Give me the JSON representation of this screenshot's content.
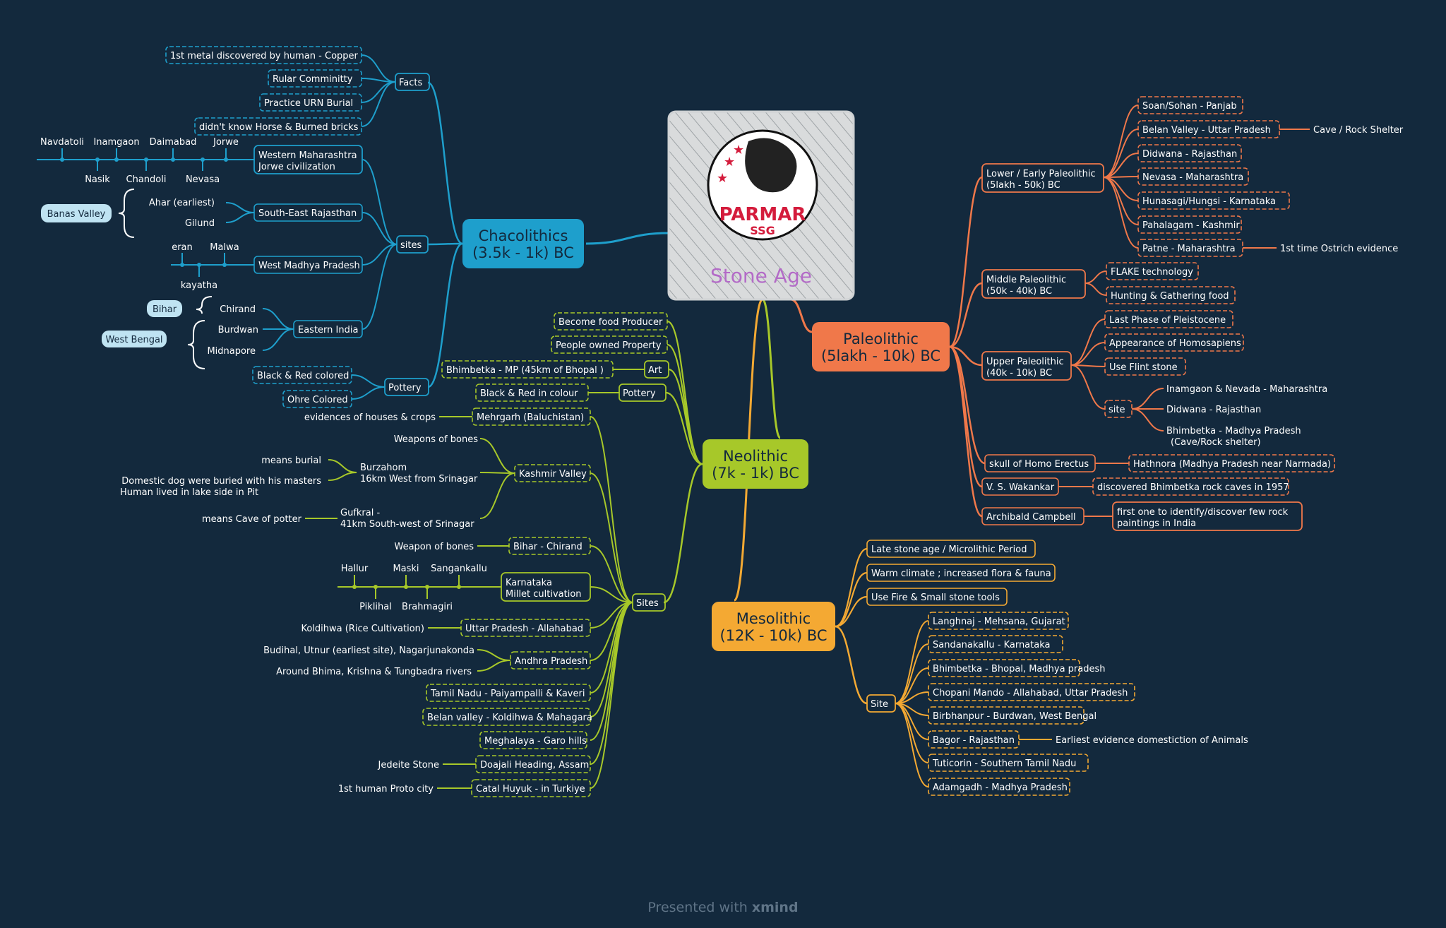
{
  "colors": {
    "background": "#13293d",
    "paleolithic": "#f0784a",
    "chalcolithic": "#1e9fcc",
    "neolithic": "#a7c829",
    "mesolithic": "#f4a933",
    "label_light": "#bfe3f2"
  },
  "central": {
    "title": "Stone Age",
    "logo_main": "PARMAR",
    "logo_sub": "SSG",
    "icon": "lion-head-logo"
  },
  "chalcolithic": {
    "title_line1": "Chacolithics",
    "title_line2": "(3.5k - 1k) BC",
    "facts": {
      "label": "Facts",
      "items": [
        "1st metal discovered by human - Copper",
        "Rular Comminitty",
        "Practice URN Burial",
        "didn't know Horse & Burned bricks"
      ]
    },
    "sites": {
      "label": "sites",
      "western": {
        "label_line1": "Western Maharashtra",
        "label_line2": "Jorwe civilization",
        "timeline_top": [
          "Navdatoli",
          "Inamgaon",
          "Daimabad",
          "Jorwe"
        ],
        "timeline_bottom": [
          "Nasik",
          "Chandoli",
          "Nevasa"
        ]
      },
      "se_rajasthan": {
        "label": "South-East Rajasthan",
        "items": [
          "Ahar (earliest)",
          "Gilund"
        ],
        "region": "Banas Valley"
      },
      "west_mp": {
        "label": "West Madhya Pradesh",
        "top": [
          "eran",
          "Malwa"
        ],
        "bottom": "kayatha"
      },
      "eastern": {
        "label": "Eastern India",
        "items": [
          "Chirand",
          "Burdwan",
          "Midnapore"
        ],
        "regions": [
          "Bihar",
          "West Bengal"
        ]
      }
    },
    "pottery": {
      "label": "Pottery",
      "items": [
        "Black & Red colored",
        "Ohre Colored"
      ]
    }
  },
  "paleolithic": {
    "title_line1": "Paleolithic",
    "title_line2": "(5lakh - 10k) BC",
    "lower": {
      "label_line1": "Lower / Early Paleolithic",
      "label_line2": "(5lakh - 50k) BC",
      "items": [
        "Soan/Sohan - Panjab",
        "Belan Valley - Uttar Pradesh",
        "Didwana - Rajasthan",
        "Nevasa - Maharashtra",
        "Hunasagi/Hungsi - Karnataka",
        "Pahalagam - Kashmir",
        "Patne - Maharashtra"
      ],
      "belan_note": "Cave / Rock Shelter",
      "patne_note": "1st time Ostrich evidence"
    },
    "middle": {
      "label_line1": "Middle Paleolithic",
      "label_line2": "(50k - 40k) BC",
      "items": [
        "FLAKE technology",
        "Hunting & Gathering food"
      ]
    },
    "upper": {
      "label_line1": "Upper Paleolithic",
      "label_line2": "(40k - 10k) BC",
      "items": [
        "Last Phase of Pleistocene",
        "Appearance of Homosapiens",
        "Use Flint stone"
      ],
      "site_label": "site",
      "sites": [
        "Inamgaon & Nevada - Maharashtra",
        "Didwana - Rajasthan",
        "Bhimbetka - Madhya Pradesh"
      ],
      "site3_line2": "(Cave/Rock shelter)"
    },
    "homo": {
      "label": "skull of Homo Erectus",
      "note": "Hathnora (Madhya Pradesh near Narmada)"
    },
    "wakankar": {
      "label": "V. S. Wakankar",
      "note": "discovered Bhimbetka rock caves in 1957"
    },
    "campbell": {
      "label": "Archibald Campbell",
      "note_line1": "first one to identify/discover few rock",
      "note_line2": "paintings in India"
    }
  },
  "neolithic": {
    "title_line1": "Neolithic",
    "title_line2": "(7k - 1k) BC",
    "top": [
      "Become food Producer",
      "People owned Property"
    ],
    "art": {
      "label": "Art",
      "value": "Bhimbetka - MP (45km of Bhopal )"
    },
    "pottery": {
      "label": "Pottery",
      "value": "Black & Red in colour"
    },
    "sites_label": "Sites",
    "mehrgarh": {
      "label": "Mehrgarh (Baluchistan)",
      "note": "evidences of houses & crops"
    },
    "kashmir": {
      "label": "Kashmir Valley",
      "weapons": "Weapons of bones",
      "burzahom_line1": "Burzahom",
      "burzahom_line2": "16km West from Srinagar",
      "burial": "means burial",
      "dog_line1": "Domestic dog were buried with his masters",
      "dog_line2": "Human lived in lake side in Pit",
      "gufkral_line1": "Gufkral -",
      "gufkral_line2": "41km South-west of Srinagar",
      "potter": "means Cave of potter"
    },
    "bihar": {
      "label": "Bihar - Chirand",
      "note": "Weapon of bones"
    },
    "karnataka": {
      "label_line1": "Karnataka",
      "label_line2": "Millet cultivation",
      "top": [
        "Hallur",
        "Maski",
        "Sangankallu"
      ],
      "bottom": [
        "Piklihal",
        "Brahmagiri"
      ]
    },
    "up": {
      "label": "Uttar Pradesh - Allahabad",
      "note": "Koldihwa (Rice Cultivation)"
    },
    "ap": {
      "label": "Andhra Pradesh",
      "notes": [
        "Budihal, Utnur (earliest site), Nagarjunakonda",
        "Around Bhima, Krishna & Tungbadra rivers"
      ]
    },
    "more": [
      "Tamil Nadu - Paiyampalli & Kaveri",
      "Belan valley - Koldihwa & Mahagara",
      "Meghalaya - Garo hills"
    ],
    "assam": {
      "label": "Doajali Heading, Assam",
      "note": "Jedeite Stone"
    },
    "catal": {
      "label": "Catal Huyuk - in Turkiye",
      "note": "1st human Proto city"
    }
  },
  "mesolithic": {
    "title_line1": "Mesolithic",
    "title_line2": "(12K - 10k) BC",
    "items": [
      "Late stone age / Microlithic Period",
      "Warm climate ; increased flora & fauna",
      "Use Fire & Small stone tools"
    ],
    "site_label": "Site",
    "sites": [
      "Langhnaj - Mehsana, Gujarat",
      "Sandanakallu - Karnataka",
      "Bhimbetka - Bhopal, Madhya pradesh",
      "Chopani Mando - Allahabad, Uttar Pradesh",
      "Birbhanpur - Burdwan, West Bengal",
      "Bagor - Rajasthan",
      "Tuticorin - Southern Tamil Nadu",
      "Adamgadh - Madhya Pradesh"
    ],
    "bagor_note": "Earliest evidence domestiction of Animals"
  },
  "footer": {
    "text": "Presented with ",
    "brand": "xmind"
  }
}
